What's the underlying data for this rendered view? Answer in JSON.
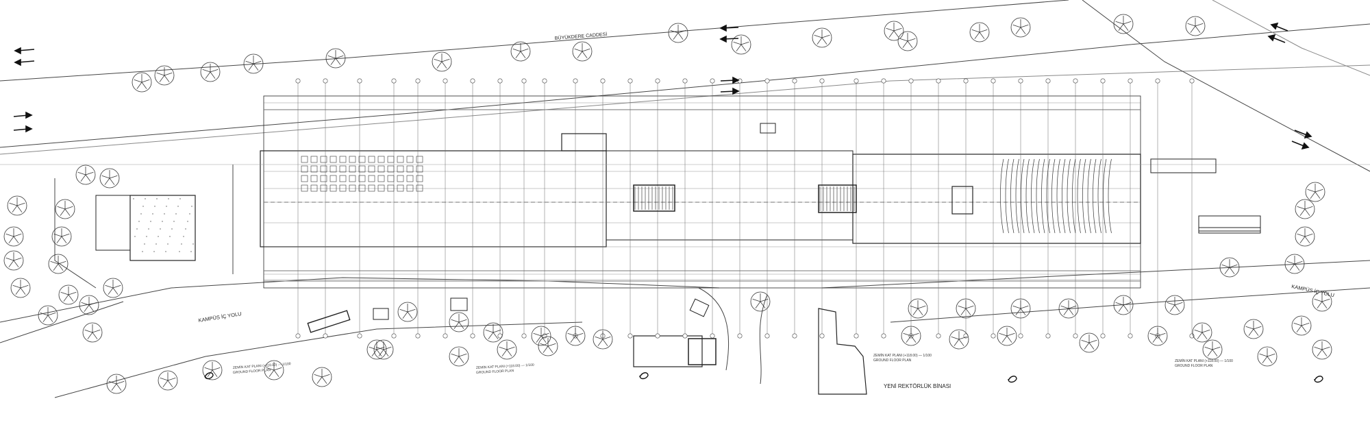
{
  "labels": {
    "street_top": "BÜYÜKDERE CADDESİ",
    "road_left": "KAMPÜS İÇ YOLU",
    "road_right": "KAMPÜS İÇ YOLU",
    "building_right": "YENİ REKTÖRLÜK BİNASI",
    "floor_plan_1_line1": "ZEMİN KAT PLANI (+118.00) — 1/100",
    "floor_plan_1_line2": "GROUND FLOOR PLAN",
    "floor_plan_2_line1": "ZEMİN KAT PLANI (+118.00) — 1/100",
    "floor_plan_2_line2": "GROUND FLOOR PLAN",
    "floor_plan_3_line1": "ZEMİN KAT PLANI (+118.00) — 1/100",
    "floor_plan_3_line2": "GROUND FLOOR PLAN",
    "floor_plan_4_line1": "ZEMİN KAT PLANI (+118.00) — 1/100",
    "floor_plan_4_line2": "GROUND FLOOR PLAN"
  },
  "colors": {
    "ink": "#222222",
    "light_ink": "#777777",
    "hatch": "#555555",
    "background": "#ffffff"
  },
  "icons": {
    "traffic_arrow": "arrow-glyph",
    "tree": "tree-symbol",
    "north_arrow": "north-arrow-symbol",
    "grid_bubble": "axis-bubble"
  }
}
